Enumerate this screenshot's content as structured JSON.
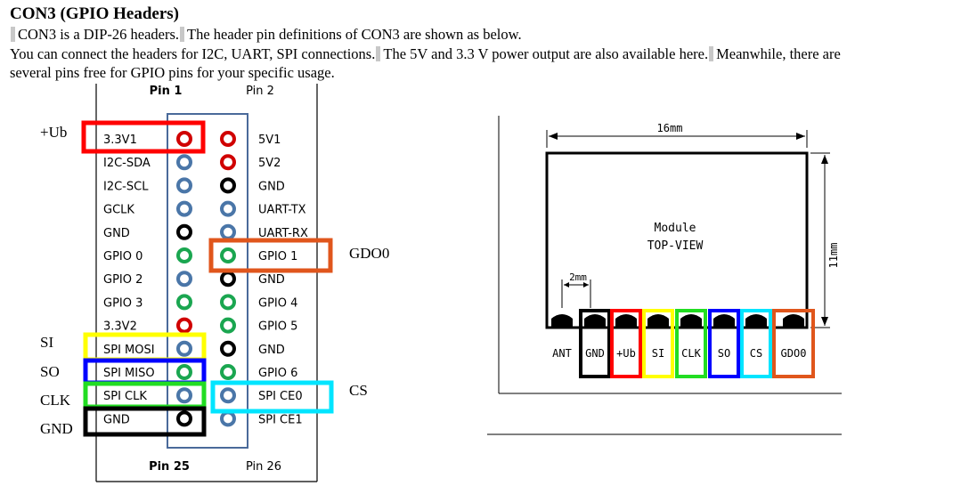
{
  "heading": "CON3 (GPIO Headers)",
  "paragraphs": {
    "p1a": "CON3 is a DIP-26 headers.",
    "p1b": "The header pin definitions of CON3 are shown as below.",
    "p2a": "You can connect the headers for I2C, UART, SPI connections.",
    "p2b": "The 5V and 3.3 V power output are also available here.",
    "p2c": "Meanwhile, there are",
    "p3": "several pins free for GPIO pins for your specific usage."
  },
  "header": {
    "pin1": "Pin 1",
    "pin2": "Pin 2",
    "pin25": "Pin 25",
    "pin26": "Pin 26",
    "left_labels": [
      "3.3V1",
      "I2C-SDA",
      "I2C-SCL",
      "GCLK",
      "GND",
      "GPIO 0",
      "GPIO 2",
      "GPIO 3",
      "3.3V2",
      "SPI MOSI",
      "SPI MISO",
      "SPI CLK",
      "GND"
    ],
    "right_labels": [
      "5V1",
      "5V2",
      "GND",
      "UART-TX",
      "UART-RX",
      "GPIO 1",
      "GND",
      "GPIO 4",
      "GPIO 5",
      "GND",
      "GPIO 6",
      "SPI CE0",
      "SPI CE1"
    ],
    "left_colors": [
      "#d00000",
      "#4a76a8",
      "#4a76a8",
      "#4a76a8",
      "#000000",
      "#1aa650",
      "#4a76a8",
      "#1aa650",
      "#d00000",
      "#4a76a8",
      "#1aa650",
      "#4a76a8",
      "#000000"
    ],
    "right_colors": [
      "#d00000",
      "#d00000",
      "#000000",
      "#4a76a8",
      "#4a76a8",
      "#1aa650",
      "#000000",
      "#1aa650",
      "#1aa650",
      "#000000",
      "#1aa650",
      "#4a76a8",
      "#4a76a8"
    ]
  },
  "annotations": {
    "ub": "+Ub",
    "si": "SI",
    "so": "SO",
    "clk": "CLK",
    "gnd": "GND",
    "gdo0": "GDO0",
    "cs": "CS"
  },
  "highlight_colors": {
    "red": "#ff0000",
    "orange": "#e0561c",
    "yellow": "#ffff00",
    "blue": "#0000ff",
    "green": "#22dd22",
    "cyan": "#00e5ff",
    "black": "#000000"
  },
  "module": {
    "width_dim": "16mm",
    "height_dim": "11mm",
    "pitch_dim": "2mm",
    "title_line1": "Module",
    "title_line2": "TOP-VIEW",
    "pins": [
      "ANT",
      "GND",
      "+Ub",
      "SI",
      "CLK",
      "SO",
      "CS",
      "GDO0"
    ]
  }
}
